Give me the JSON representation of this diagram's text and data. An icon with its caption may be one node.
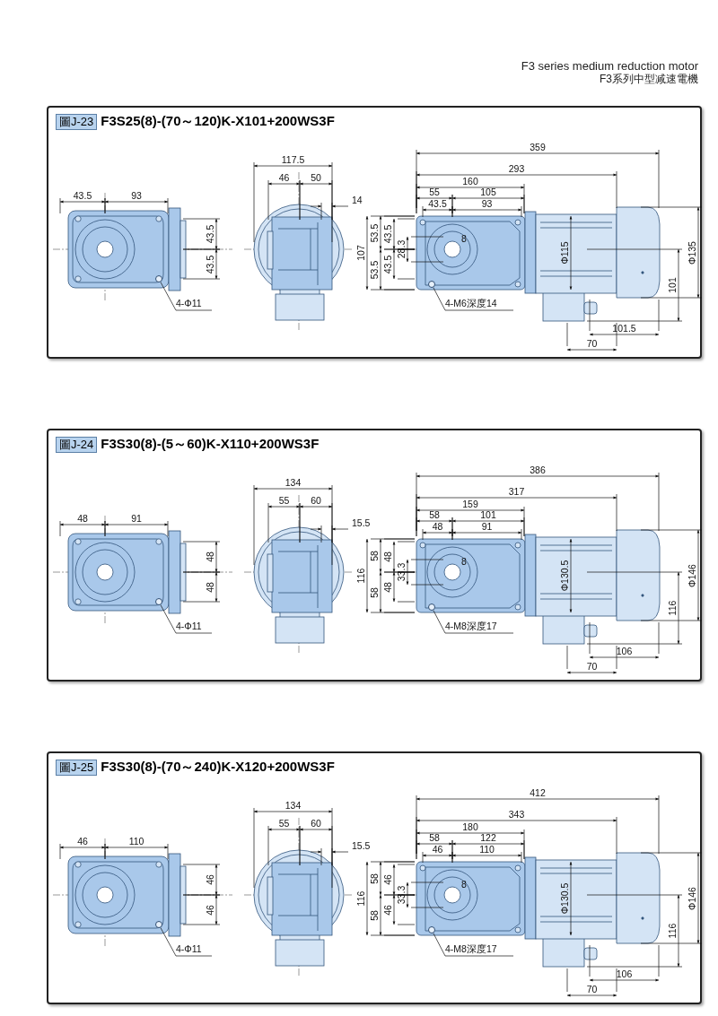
{
  "diagram": {
    "nodes": [
      {
        "text": [
          "圖J-23",
          "F3S25(8)-(70～120)K-X101+200WS3F"
        ]
      },
      {
        "text": [
          "4-Φ11"
        ],
        "in": 0
      },
      {
        "text": [],
        "shape": "circle",
        "in": 0
      },
      {
        "text": [
          "4-M6深度14"
        ],
        "in": 0
      },
      {
        "text": [],
        "shape": "circle",
        "in": 0
      },
      {
        "text": [
          "圖J-24",
          "F3S30(8)-(5～60)K-X110+200WS3F"
        ]
      },
      {
        "text": [
          "4-Φ11"
        ],
        "in": 5
      },
      {
        "text": [],
        "shape": "circle",
        "in": 5
      },
      {
        "text": [
          "4-M8深度17"
        ],
        "in": 5
      },
      {
        "text": [],
        "shape": "circle",
        "in": 5
      },
      {
        "text": [
          "圖J-25",
          "F3S30(8)-(70～240)K-X120+200WS3F"
        ]
      },
      {
        "text": [
          "4-Φ11"
        ],
        "in": 10
      },
      {
        "text": [],
        "shape": "circle",
        "in": 10
      },
      {
        "text": [
          "4-M8深度17"
        ],
        "in": 10
      },
      {
        "text": [],
        "shape": "circle",
        "in": 10
      }
    ],
    "edges": [
      {
        "from": 1,
        "to": 2,
        "arrow": "none"
      },
      {
        "from": 3,
        "to": 4,
        "arrow": "none"
      },
      {
        "from": 6,
        "to": 7,
        "arrow": "none"
      },
      {
        "from": 8,
        "to": 9,
        "arrow": "none"
      },
      {
        "from": 11,
        "to": 12,
        "arrow": "none"
      },
      {
        "from": 13,
        "to": 14,
        "arrow": "none"
      }
    ],
    "labels": [
      "F3 series medium reduction motor",
      "F3系列中型减速電機",
      "43.5",
      "93",
      "43.5",
      "43.5",
      "117.5",
      "46",
      "50",
      "14",
      "359",
      "293",
      "160",
      "55",
      "105",
      "43.5",
      "93",
      "107",
      "53.5",
      "53.5",
      "43.5",
      "43.5",
      "28.3",
      "8",
      "Φ115",
      "Φ135",
      "101",
      "101.5",
      "70",
      "48",
      "91",
      "48",
      "48",
      "134",
      "55",
      "60",
      "15.5",
      "386",
      "317",
      "159",
      "58",
      "101",
      "48",
      "91",
      "116",
      "58",
      "58",
      "48",
      "48",
      "33.3",
      "8",
      "Φ130.5",
      "Φ146",
      "116",
      "106",
      "70",
      "46",
      "110",
      "46",
      "46",
      "134",
      "55",
      "60",
      "15.5",
      "412",
      "343",
      "180",
      "58",
      "122",
      "46",
      "110",
      "116",
      "58",
      "58",
      "46",
      "46",
      "33.3",
      "8",
      "Φ130.5",
      "Φ146",
      "116",
      "106",
      "70"
    ]
  }
}
